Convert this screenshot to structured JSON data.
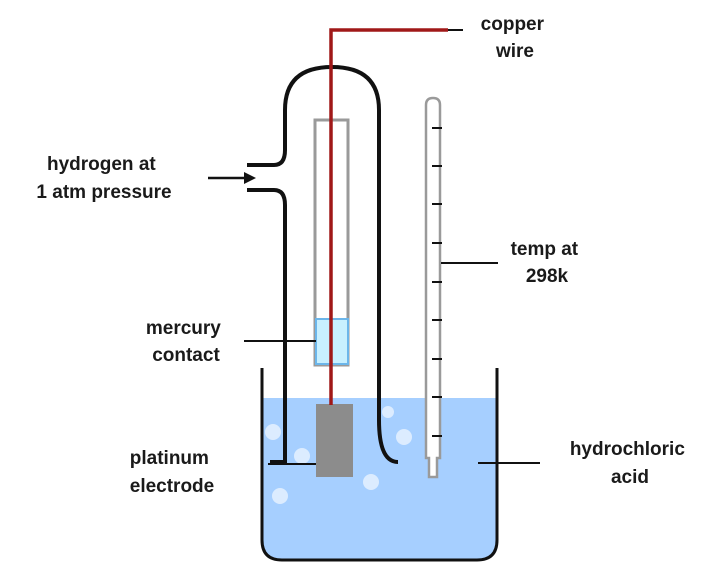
{
  "labels": {
    "copper_wire": [
      "copper",
      "wire"
    ],
    "hydrogen": [
      "hydrogen at",
      "1 atm pressure"
    ],
    "temp": [
      "temp at",
      "298k"
    ],
    "mercury": [
      "mercury",
      "contact"
    ],
    "platinum": [
      "platinum",
      "electrode"
    ],
    "acid": [
      "hydrochloric",
      "acid"
    ]
  },
  "colors": {
    "outline": "#111111",
    "wire": "#a01818",
    "solution": "#a6cfff",
    "mercury": "#c8f0ff",
    "mercury_border": "#6cb6ea",
    "electrode": "#8c8c8c",
    "tube": "#9a9a9a",
    "bubble": "#dcecff"
  }
}
